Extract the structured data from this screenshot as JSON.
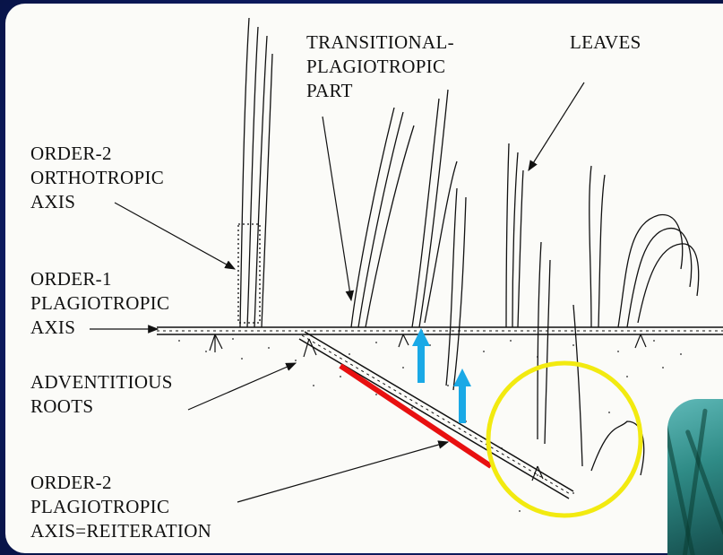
{
  "labels": {
    "transitional": "TRANSITIONAL-\nPLAGIOTROPIC\nPART",
    "leaves": "LEAVES",
    "order2_ortho": "ORDER-2\nORTHOTROPIC\nAXIS",
    "order1_plagio": "ORDER-1\nPLAGIOTROPIC\nAXIS",
    "adventitious": "ADVENTITIOUS\nROOTS",
    "order2_plagio": "ORDER-2\nPLAGIOTROPIC\nAXIS=REITERATION"
  },
  "colors": {
    "background": "#0c1a5e",
    "panel": "#fbfbf8",
    "ink": "#111111",
    "red_marker": "#e81010",
    "blue_arrow": "#1aa9e6",
    "yellow_circle": "#f2ea10",
    "photo": "#2f8b86"
  },
  "annotations": {
    "blue_arrows": 2,
    "red_line": true,
    "yellow_circle": true
  },
  "icons": [
    "blue-up-arrow-icon",
    "seagrass-photo"
  ]
}
